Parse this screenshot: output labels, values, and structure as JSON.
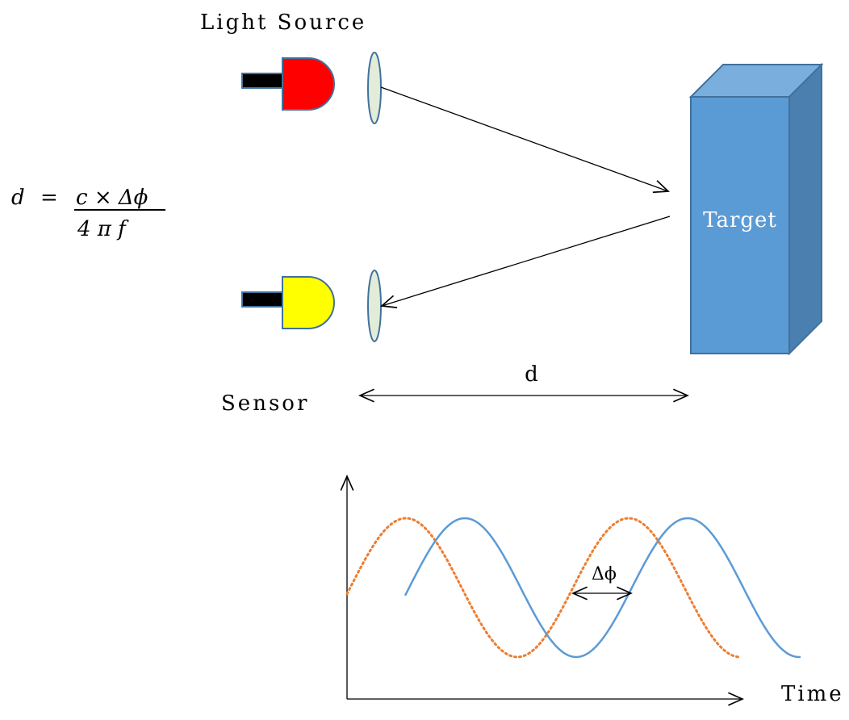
{
  "labels": {
    "light_source": "Light Source",
    "sensor": "Sensor",
    "target": "Target",
    "distance": "d",
    "time": "Time",
    "phase_delta": "Δϕ"
  },
  "formula": {
    "lhs": "d",
    "equals": "=",
    "numerator": "c × Δϕ",
    "denominator": "4 π f"
  },
  "colors": {
    "emitter": "#ff0000",
    "sensor": "#ffff00",
    "lens_fill": "#e2ecd8",
    "outline": "#41719c",
    "target_front": "#5b9bd5",
    "target_top": "#7aaedc",
    "target_side": "#4a7fb0",
    "emitted_wave": "#ed7d31",
    "received_wave": "#5b9bd5"
  }
}
